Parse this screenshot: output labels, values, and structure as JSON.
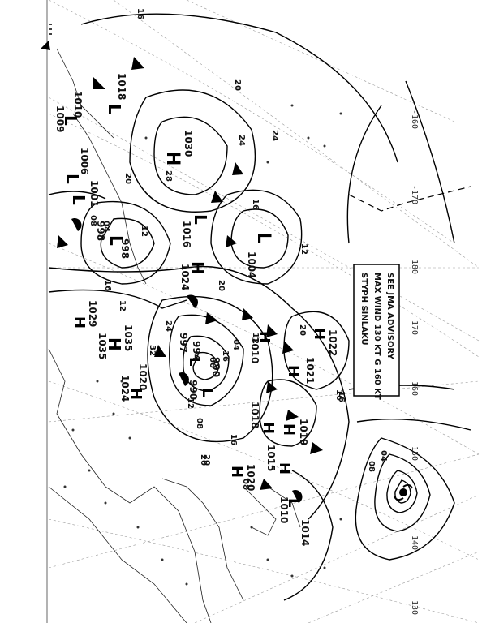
{
  "advisory": {
    "line1": "STYPH SINLAKU",
    "line2": "MAX WIND 130 KT G 160 KT",
    "line3": "SEE JMA ADVISORY"
  },
  "longitude_labels": [
    "-160",
    "-170",
    "180",
    "170",
    "160",
    "150",
    "140",
    "130"
  ],
  "pressure_centers": [
    {
      "symbol": "H",
      "value": "1030"
    },
    {
      "symbol": "H",
      "value": "1035"
    },
    {
      "symbol": "H",
      "value": "1035"
    },
    {
      "symbol": "H",
      "value": "1024"
    },
    {
      "symbol": "H",
      "value": "1029"
    },
    {
      "symbol": "H",
      "value": "1020"
    },
    {
      "symbol": "H",
      "value": "1024"
    },
    {
      "symbol": "H",
      "value": "1020"
    },
    {
      "symbol": "H",
      "value": "1018"
    },
    {
      "symbol": "H",
      "value": "1015"
    },
    {
      "symbol": "H",
      "value": "1019"
    },
    {
      "symbol": "H",
      "value": "1021"
    },
    {
      "symbol": "H",
      "value": "1022"
    },
    {
      "symbol": "H",
      "value": "1010"
    },
    {
      "symbol": "L",
      "value": "1004"
    },
    {
      "symbol": "L",
      "value": "1016"
    },
    {
      "symbol": "L",
      "value": "1018"
    },
    {
      "symbol": "L",
      "value": "1010"
    },
    {
      "symbol": "L",
      "value": "1006"
    },
    {
      "symbol": "L",
      "value": "1001"
    },
    {
      "symbol": "L",
      "value": "998"
    },
    {
      "symbol": "L",
      "value": "998"
    },
    {
      "symbol": "L",
      "value": "997"
    },
    {
      "symbol": "L",
      "value": "994"
    },
    {
      "symbol": "L",
      "value": "990"
    },
    {
      "symbol": "L",
      "value": "990"
    },
    {
      "symbol": "L",
      "value": "1009"
    },
    {
      "symbol": "L",
      "value": "1010"
    },
    {
      "symbol": "L",
      "value": "1014"
    }
  ],
  "isobar_labels": [
    "16",
    "20",
    "24",
    "28",
    "12",
    "16",
    "20",
    "24",
    "12",
    "16",
    "20",
    "16",
    "08",
    "04",
    "08",
    "16",
    "20",
    "24",
    "12",
    "04",
    "00",
    "16",
    "20",
    "08",
    "12",
    "32",
    "04",
    "08",
    "12",
    "20",
    "16"
  ]
}
